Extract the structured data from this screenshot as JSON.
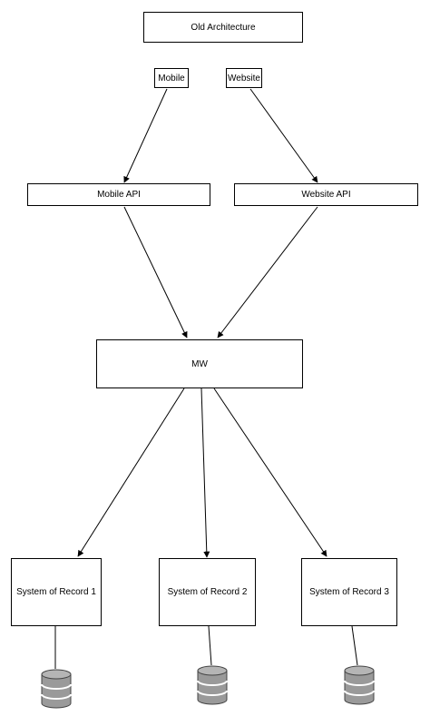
{
  "title": "Old Architecture",
  "clients": {
    "mobile": "Mobile",
    "website": "Website"
  },
  "apis": {
    "mobile_api": "Mobile API",
    "website_api": "Website API"
  },
  "middleware": "MW",
  "systems": [
    "System of Record 1",
    "System of Record 2",
    "System of Record 3"
  ],
  "colors": {
    "line": "#000000",
    "box_fill": "#ffffff",
    "db_fill": "#9a9a9a",
    "db_stroke": "#444444"
  },
  "icons": {
    "database": "database-icon"
  }
}
